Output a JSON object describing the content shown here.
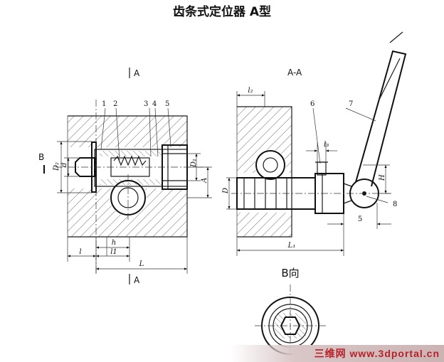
{
  "title": "齿条式定位器 A型",
  "section_marks": {
    "left_top": "A",
    "left_bottom": "A",
    "section_view": "A-A",
    "b_marker": "B",
    "b_view": "B向"
  },
  "part_numbers": [
    "1",
    "2",
    "3",
    "4",
    "5",
    "6",
    "7",
    "8"
  ],
  "dims_left": {
    "D2": "D₂",
    "d": "d",
    "D1": "D₁",
    "A": "A",
    "h": "h",
    "l": "l",
    "l1": "l1",
    "L": "L"
  },
  "dims_right": {
    "l2": "l₂",
    "l3": "l₃",
    "H": "H",
    "D": "D",
    "L1": "L₁",
    "five": "5"
  },
  "watermark": "三维网 www.3dportal.cn"
}
